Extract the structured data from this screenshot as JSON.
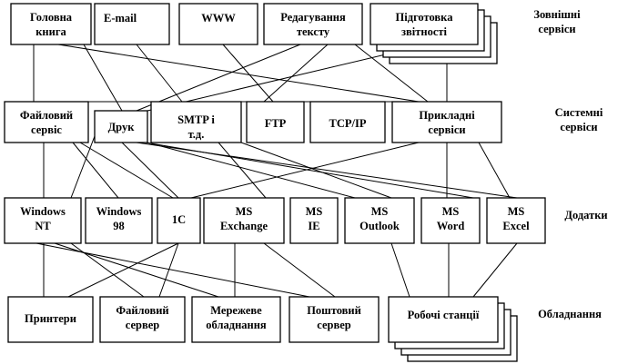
{
  "layers": {
    "external": [
      "Зовнішні",
      "сервіси"
    ],
    "system": [
      "Системні",
      "сервіси"
    ],
    "apps": [
      "Додатки"
    ],
    "hardware": [
      "Обладнання"
    ]
  },
  "nodes": {
    "golovna": [
      "Головна",
      "книга"
    ],
    "email": [
      "E-mail"
    ],
    "www": [
      "WWW"
    ],
    "redag": [
      "Редагування",
      "тексту"
    ],
    "pidgot": [
      "Підготовка",
      "звітності"
    ],
    "fileservice": [
      "Файловий",
      "сервіс"
    ],
    "druk": [
      "Друк"
    ],
    "smtp": [
      "SMTP і",
      "т.д."
    ],
    "ftp": [
      "FTP"
    ],
    "tcpip": [
      "TCP/IP"
    ],
    "prykl": [
      "Прикладні",
      "сервіси"
    ],
    "winnt": [
      "Windows",
      "NT"
    ],
    "win98": [
      "Windows",
      "98"
    ],
    "onec": [
      "1C"
    ],
    "exchange": [
      "MS",
      "Exchange"
    ],
    "ie": [
      "MS",
      "IE"
    ],
    "outlook": [
      "MS",
      "Outlook"
    ],
    "word": [
      "MS",
      "Word"
    ],
    "excel": [
      "MS",
      "Excel"
    ],
    "printers": [
      "Принтери"
    ],
    "fileserver": [
      "Файловий",
      "сервер"
    ],
    "network": [
      "Мережеве",
      "обладнання"
    ],
    "mailserver": [
      "Поштовий",
      "сервер"
    ],
    "workstations": [
      "Робочі станції"
    ]
  }
}
